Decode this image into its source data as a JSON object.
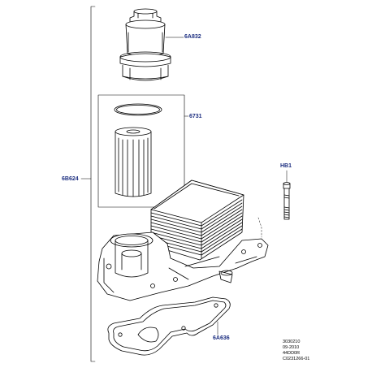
{
  "callouts": {
    "filter_cap": "6A832",
    "filter_element": "6731",
    "housing_assembly": "6B624",
    "bolt": "HB1",
    "gasket": "6A636"
  },
  "reference": {
    "line1": "3030210",
    "line2": "09-2010",
    "line3": "44DD0R",
    "line4": "C0231266-01"
  },
  "colors": {
    "callout_text": "#1c2e80",
    "line_art": "#000000"
  }
}
